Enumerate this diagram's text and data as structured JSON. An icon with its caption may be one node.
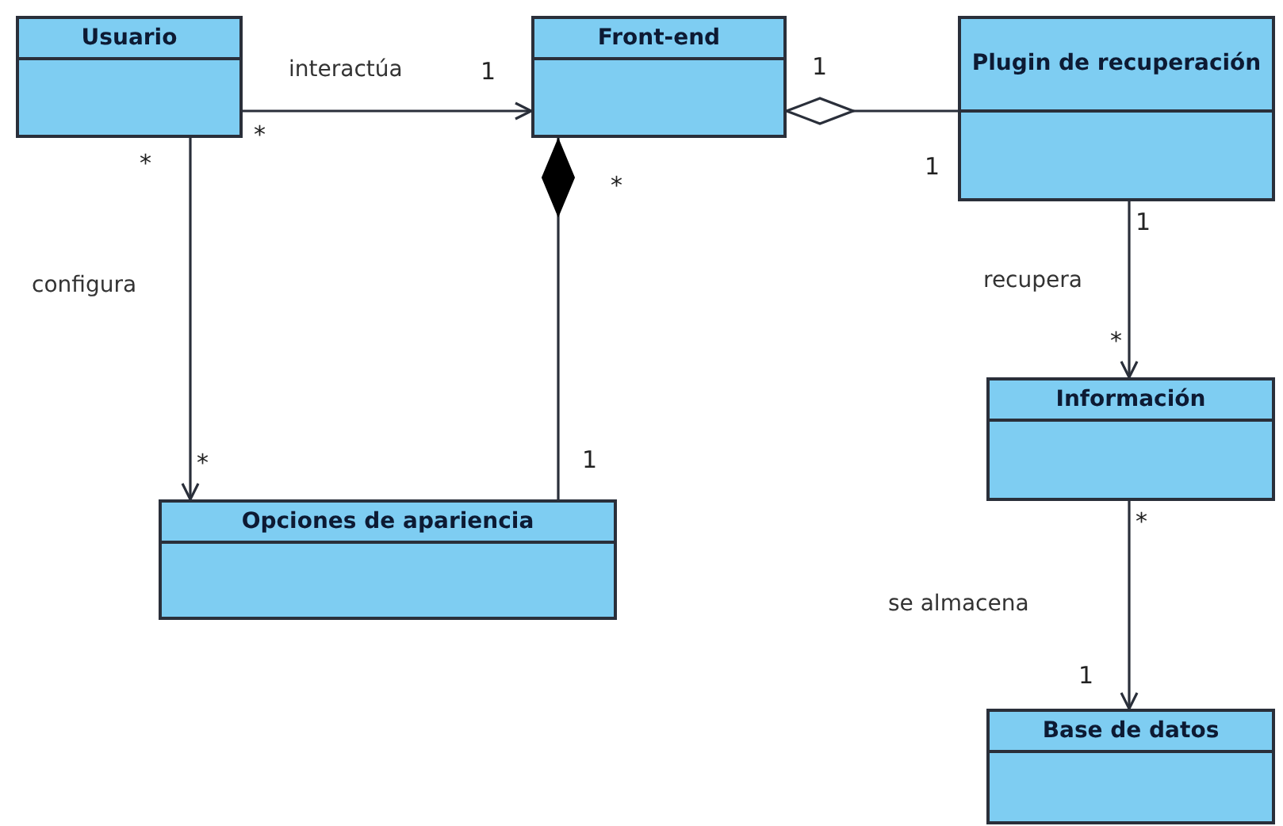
{
  "diagram": {
    "nodes": [
      {
        "text": [
          "Usuario"
        ]
      },
      {
        "text": [
          "Front-end"
        ]
      },
      {
        "text": [
          "Plugin de recuperación"
        ]
      },
      {
        "text": [
          "Información"
        ]
      },
      {
        "text": [
          "Opciones de apariencia"
        ]
      },
      {
        "text": [
          "Base de datos"
        ]
      }
    ],
    "edges": [
      {
        "from": 0,
        "to": 1,
        "arrow": "to",
        "label": "interactúa"
      },
      {
        "from": 0,
        "to": 4,
        "arrow": "to",
        "label": "configura"
      },
      {
        "from": 4,
        "to": 1,
        "arrow": "other"
      },
      {
        "from": 2,
        "to": 1,
        "arrow": "other"
      },
      {
        "from": 2,
        "to": 3,
        "arrow": "to",
        "label": "recupera"
      },
      {
        "from": 3,
        "to": 5,
        "arrow": "to",
        "label": "se almacena"
      }
    ],
    "labels": [
      "1",
      "1",
      "*",
      "1",
      "*",
      "*",
      "1",
      "*",
      "*",
      "1",
      "*",
      "1"
    ]
  }
}
